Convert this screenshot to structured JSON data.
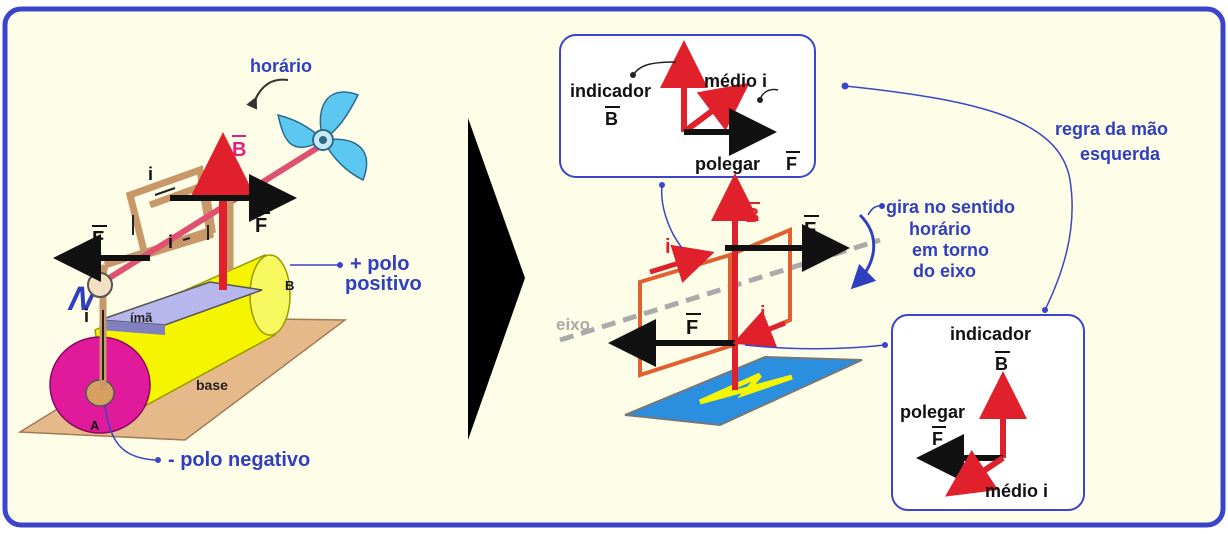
{
  "colors": {
    "frame": "#3a45c9",
    "background": "#fdfde8",
    "label_blue": "#2f3fbf",
    "force_black": "#111111",
    "field_red": "#e0202a",
    "field_magenta": "#e0207a",
    "magnet_yellow": "#f5f500",
    "pole_magenta": "#e01a9a",
    "base_tan": "#e6b98a",
    "fan_blue": "#5cc8f2",
    "plate_blue": "#2b8fe0"
  },
  "left_diagram": {
    "rotation_label": "horário",
    "field_label": "B",
    "current_label": "i",
    "force_label": "F",
    "magnet_label": "ímã",
    "pole_b_label": "B",
    "pole_a_label": "A",
    "base_label": "base",
    "positive_pole": [
      "+ polo",
      "positivo"
    ],
    "negative_pole": "- polo negativo",
    "magnet_letter": "N"
  },
  "top_hand_rule": {
    "index_label": "indicador",
    "index_vector": "B",
    "middle_label": "médio i",
    "thumb_label": "polegar",
    "thumb_vector": "F"
  },
  "center_diagram": {
    "field_label": "B",
    "force_label": "F",
    "current_label": "i",
    "axis_label": "eixo",
    "rotation_text": [
      "gira no sentido",
      "horário",
      "em torno",
      "do eixo"
    ]
  },
  "rule_caption": [
    "regra da mão",
    "esquerda"
  ],
  "bottom_hand_rule": {
    "index_label": "indicador",
    "index_vector": "B",
    "thumb_label": "polegar",
    "thumb_vector": "F",
    "middle_label": "médio i"
  },
  "icons": [
    "fan-icon",
    "arrow-separator-icon",
    "curved-rotation-arrow-icon"
  ]
}
